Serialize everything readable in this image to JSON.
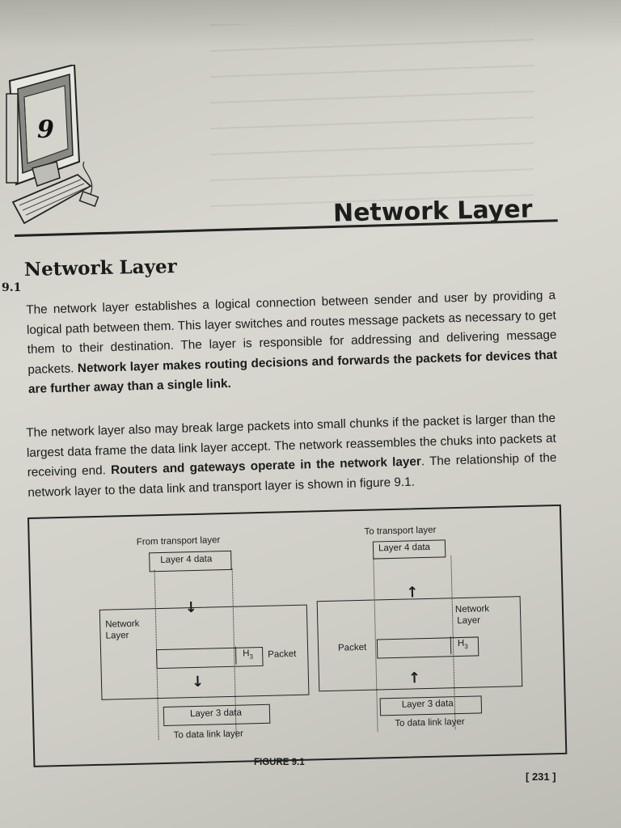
{
  "chapter": {
    "number": "9",
    "title": "Network Layer"
  },
  "section": {
    "number": "9.1",
    "title": "Network Layer"
  },
  "paragraphs": {
    "p1_a": "The network layer establishes a logical connection between sender and user by providing a logical path between them. This layer switches and routes message packets as necessary to get them to their destination. The layer is responsible for addressing and delivering message packets. ",
    "p1_b": "Network layer makes routing decisions and forwards the packets for devices that are further away than a single link.",
    "p2_a": "The network layer also may break large packets into small chunks if the packet is larger than the largest data frame the data link layer accept. The network reassembles the chuks into packets at receiving end. ",
    "p2_b": "Routers and gateways operate in the network layer",
    "p2_c": ". The relationship of the network layer to the data link and transport layer is shown in figure 9.1."
  },
  "figure": {
    "left": {
      "from_label": "From transport layer",
      "layer4": "Layer 4 data",
      "network_label_1": "Network",
      "network_label_2": "Layer",
      "header": "H",
      "header_sub": "3",
      "packet_label": "Packet",
      "layer3": "Layer 3 data",
      "to_label": "To data link layer"
    },
    "right": {
      "to_label": "To transport layer",
      "layer4": "Layer 4 data",
      "network_label_1": "Network",
      "network_label_2": "Layer",
      "header": "H",
      "header_sub": "3",
      "packet_label": "Packet",
      "layer3": "Layer 3 data",
      "from_label": "To data link layer"
    },
    "caption": "FIGURE 9.1"
  },
  "page_number": "[ 231 ]"
}
